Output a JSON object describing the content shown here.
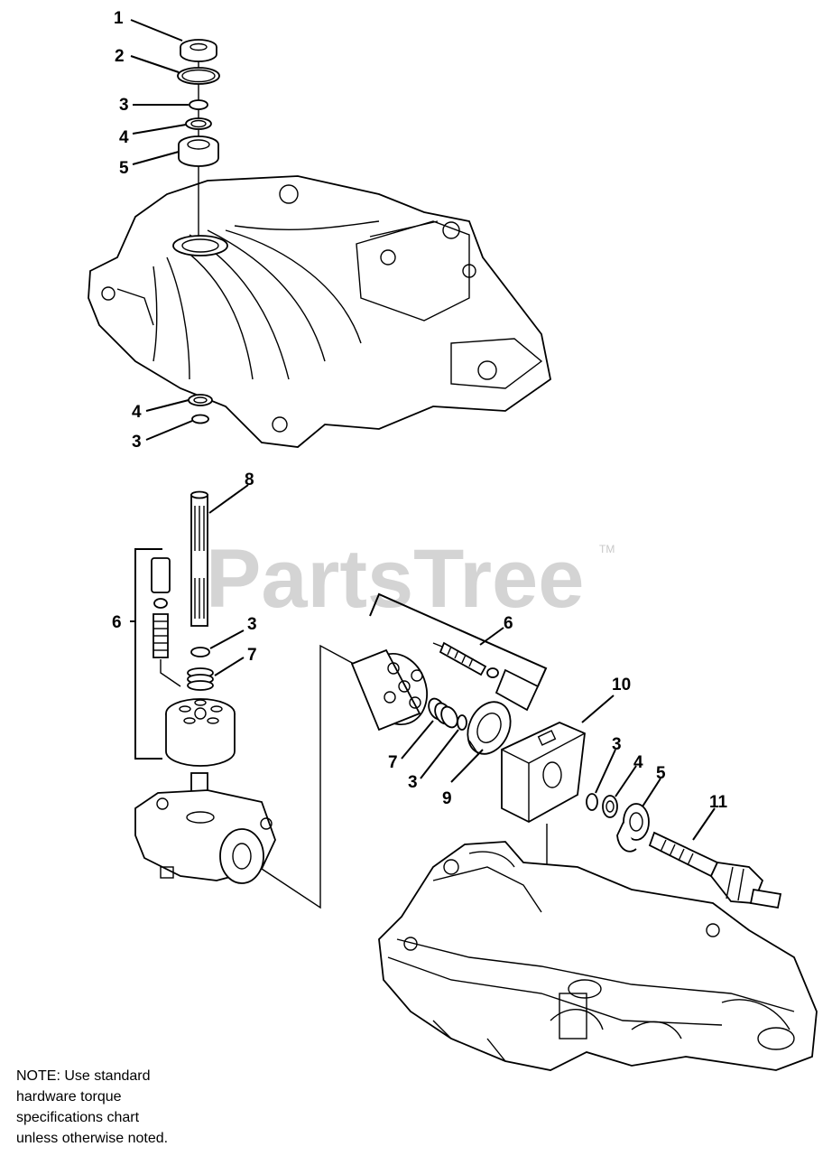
{
  "watermark": {
    "text": "PartsTree",
    "trademark": "TM"
  },
  "callouts": {
    "c1": "1",
    "c2": "2",
    "c3a": "3",
    "c4a": "4",
    "c5a": "5",
    "c4b": "4",
    "c3b": "3",
    "c8": "8",
    "c6a": "6",
    "c3c": "3",
    "c7a": "7",
    "c6b": "6",
    "c10": "10",
    "c7b": "7",
    "c3d": "3",
    "c9": "9",
    "c3e": "3",
    "c4c": "4",
    "c5b": "5",
    "c11": "11"
  },
  "note": {
    "lines": [
      "NOTE:  Use standard",
      "hardware torque",
      "specifications chart",
      "unless otherwise noted."
    ]
  }
}
